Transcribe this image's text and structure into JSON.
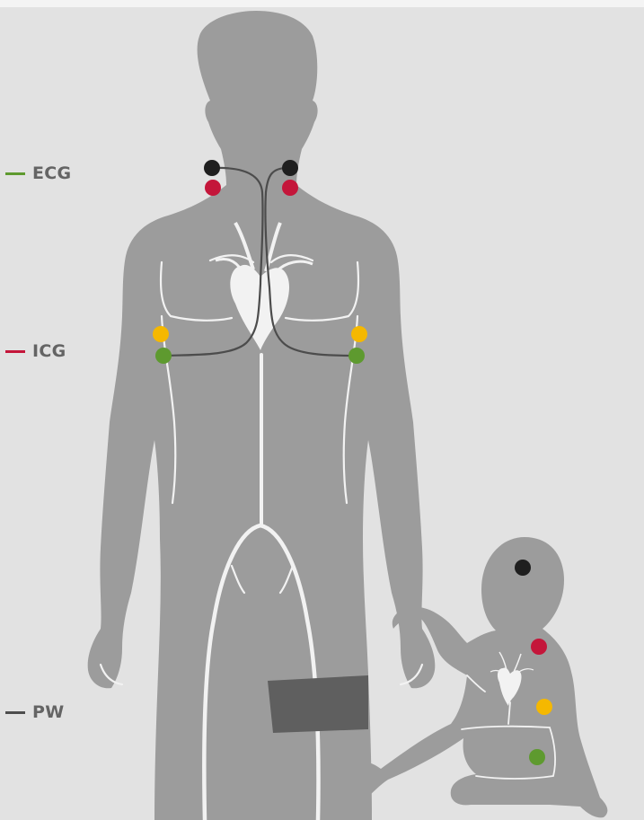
{
  "legend": [
    {
      "label": "ECG",
      "color": "#5e9a2f"
    },
    {
      "label": "ICG",
      "color": "#c4163a"
    },
    {
      "label": "PW",
      "color": "#4d4d4d"
    }
  ],
  "colors": {
    "background": "#e2e2e2",
    "silhouette": "#9c9c9c",
    "outline": "#f2f2f2",
    "wire": "#4c4c4c",
    "cuff": "#5f5f5f",
    "electrode_black": "#1f1f1f",
    "electrode_red": "#c4163a",
    "electrode_yellow": "#f5b800",
    "electrode_green": "#5e9a2f"
  },
  "icons": [
    "adult-silhouette",
    "infant-silhouette",
    "heart-icon",
    "thigh-cuff",
    "electrode"
  ]
}
